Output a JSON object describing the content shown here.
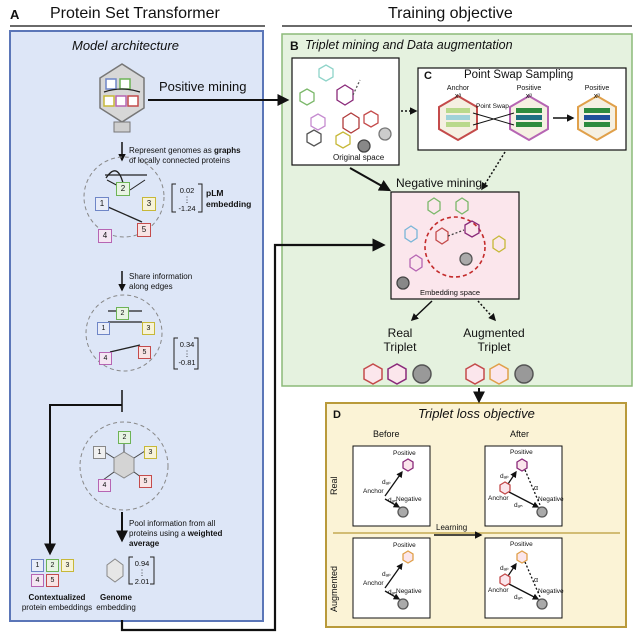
{
  "panelA": {
    "letter": "A",
    "title": "Protein Set Transformer",
    "subtitle": "Model architecture",
    "positive_mining": "Positive mining",
    "step1": [
      "Represent genomes as ",
      "graphs",
      "of locally connected proteins"
    ],
    "step2": [
      "Share information",
      "along edges"
    ],
    "step3": [
      "Pool information from all",
      "proteins using a ",
      "weighted",
      "average"
    ],
    "plm": [
      "pLM",
      "embedding"
    ],
    "vec1": [
      "0.02",
      "⋮",
      "-1.24"
    ],
    "vec2": [
      "0.34",
      "⋮",
      "-0.81"
    ],
    "vec3": [
      "0.94",
      "⋮",
      "2.01"
    ],
    "ctx": [
      "Contextualized",
      "protein embeddings"
    ],
    "genome": [
      "Genome",
      "embedding"
    ],
    "nodes": [
      "1",
      "2",
      "3",
      "4",
      "5"
    ]
  },
  "training": {
    "title": "Training objective",
    "B_letter": "B",
    "B_title": "Triplet mining and Data augmentation",
    "C_letter": "C",
    "C_title": "Point Swap Sampling",
    "anchor": "Anchor",
    "positive": "Positive",
    "point_swap": "Point Swap",
    "xa": "xᵃ",
    "xp": "xᵖ",
    "original_space": "Original space",
    "negative_mining": "Negative mining",
    "embedding_space": "Embedding space",
    "real_triplet": [
      "Real",
      "Triplet"
    ],
    "aug_triplet": [
      "Augmented",
      "Triplet"
    ],
    "D_letter": "D",
    "D_title": "Triplet loss objective",
    "before": "Before",
    "after": "After",
    "real": "Real",
    "augmented": "Augmented",
    "negative": "Negative",
    "learning": "Learning",
    "d_ap": "dₐₚ",
    "d_an": "dₐₙ",
    "alpha": "α"
  },
  "colors": {
    "panelA_bg": "#dde6f7",
    "panelA_border": "#5b76b8",
    "panelB_bg": "#e5f2df",
    "panelB_border": "#8cba79",
    "panelD_bg": "#fbf3d6",
    "panelD_border": "#b99a3a",
    "neg_bg": "#fbe6ec",
    "node1": "#6f86c7",
    "node2": "#6db356",
    "node3": "#c7b838",
    "node4": "#b665b3",
    "node5": "#c44b4b"
  }
}
